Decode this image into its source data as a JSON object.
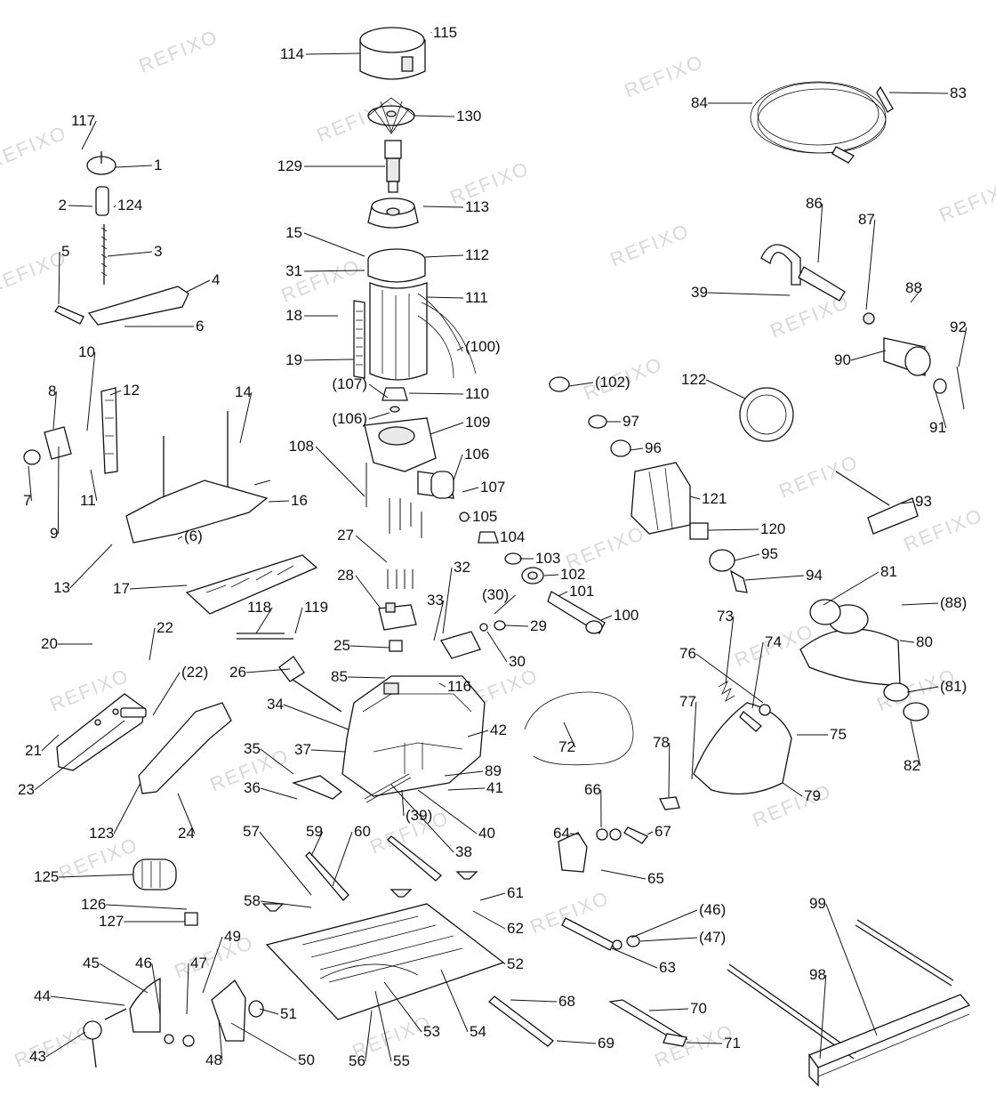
{
  "watermark": "REFIXO",
  "labels": [
    "114",
    "115",
    "130",
    "129",
    "113",
    "15",
    "112",
    "31",
    "111",
    "18",
    "19",
    "(100)",
    "110",
    "(107)",
    "(106)",
    "109",
    "108",
    "106",
    "107",
    "105",
    "104",
    "27",
    "28",
    "32",
    "33",
    "(30)",
    "29",
    "30",
    "101",
    "100",
    "103",
    "102",
    "117",
    "1",
    "2",
    "124",
    "3",
    "4",
    "5",
    "6",
    "10",
    "12",
    "8",
    "7",
    "9",
    "11",
    "14",
    "16",
    "13",
    "(6)",
    "17",
    "118",
    "119",
    "20",
    "22",
    "(22)",
    "25",
    "26",
    "85",
    "116",
    "34",
    "37",
    "42",
    "89",
    "41",
    "(39)",
    "40",
    "21",
    "23",
    "123",
    "24",
    "35",
    "36",
    "38",
    "72",
    "57",
    "59",
    "60",
    "58",
    "61",
    "62",
    "125",
    "126",
    "127",
    "45",
    "46",
    "47",
    "49",
    "44",
    "43",
    "48",
    "50",
    "51",
    "52",
    "53",
    "54",
    "55",
    "56",
    "84",
    "83",
    "86",
    "87",
    "39",
    "88",
    "92",
    "90",
    "91",
    "122",
    "(102)",
    "97",
    "96",
    "121",
    "120",
    "93",
    "95",
    "94",
    "81",
    "(88)",
    "80",
    "(81)",
    "82",
    "73",
    "74",
    "76",
    "75",
    "77",
    "78",
    "79",
    "66",
    "64",
    "67",
    "65",
    "(46)",
    "(47)",
    "63",
    "68",
    "69",
    "70",
    "71",
    "99",
    "98"
  ]
}
